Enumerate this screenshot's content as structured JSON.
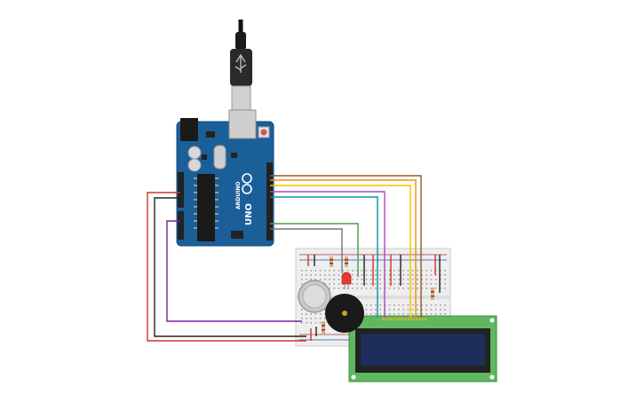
{
  "board": {
    "brand": "ARDUINO",
    "model": "UNO",
    "color": "#1b5f99"
  },
  "components": {
    "breadboard": "half-breadboard",
    "lcd": "lcd-16x2",
    "gas_sensor": "gas-sensor",
    "buzzer": "piezo-buzzer",
    "led": "red-led",
    "usb": "usb-cable"
  },
  "colors": {
    "wire_red": "#d32f2f",
    "wire_black": "#222222",
    "wire_purple": "#7b1fa2",
    "wire_green": "#43a047",
    "wire_gray": "#757575",
    "wire_teal": "#0097a7",
    "wire_magenta": "#ab47bc",
    "wire_yellow": "#f2c200",
    "wire_orange": "#ef8f00",
    "wire_brown": "#8d5a2b",
    "lcd_board": "#5fb85f",
    "lcd_screen": "#1d2e5a",
    "breadboard": "#eeeeee"
  }
}
